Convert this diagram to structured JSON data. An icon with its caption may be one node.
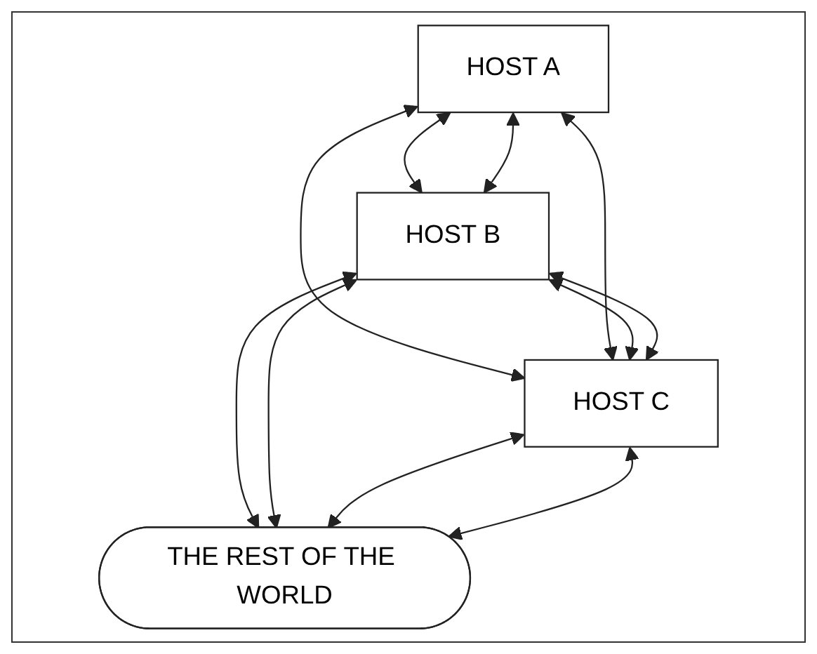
{
  "diagram": {
    "nodes": [
      {
        "text": [
          "HOST A"
        ]
      },
      {
        "text": [
          "HOST B"
        ]
      },
      {
        "text": [
          "HOST C"
        ]
      },
      {
        "text": [
          "THE REST OF THE WORLD"
        ]
      }
    ],
    "edges": [
      {
        "from": 0,
        "to": 1,
        "arrow": "both"
      },
      {
        "from": 0,
        "to": 1,
        "arrow": "both"
      },
      {
        "from": 0,
        "to": 2,
        "arrow": "both"
      },
      {
        "from": 0,
        "to": 2,
        "arrow": "both"
      },
      {
        "from": 1,
        "to": 2,
        "arrow": "both"
      },
      {
        "from": 1,
        "to": 2,
        "arrow": "both"
      },
      {
        "from": 1,
        "to": 3,
        "arrow": "both"
      },
      {
        "from": 1,
        "to": 3,
        "arrow": "both"
      },
      {
        "from": 2,
        "to": 3,
        "arrow": "both"
      },
      {
        "from": 2,
        "to": 3,
        "arrow": "both"
      }
    ]
  }
}
